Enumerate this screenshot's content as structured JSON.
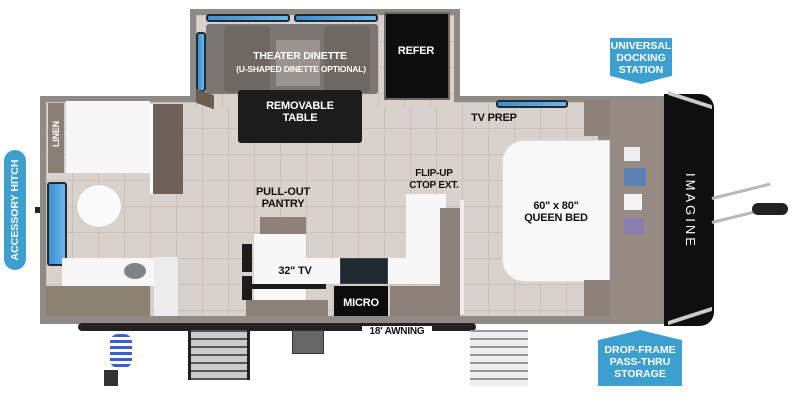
{
  "floorplan": {
    "brand": "IMAGINE",
    "labels": {
      "theater_dinette": "THEATER DINETTE",
      "dinette_optional": "(U-SHAPED DINETTE OPTIONAL)",
      "refer": "REFER",
      "removable_table": "REMOVABLE\nTABLE",
      "linen": "LINEN",
      "tv_prep": "TV PREP",
      "pull_out_pantry": "PULL-OUT\nPANTRY",
      "flip_up_ctop": "FLIP-UP\nCTOP EXT.",
      "queen_bed": "60\" x 80\"\nQUEEN BED",
      "tv": "32\" TV",
      "micro": "MICRO",
      "awning": "18' AWNING"
    },
    "callouts": {
      "accessory_hitch": "ACCESSORY HITCH",
      "universal_docking_station": "UNIVERSAL\nDOCKING\nSTATION",
      "drop_frame_storage": "DROP-FRAME\nPASS-THRU\nSTORAGE"
    },
    "colors": {
      "callout_blue": "#3d9fcf",
      "floor": "#d9d2cc",
      "wall": "#8f8a86",
      "dark": "#141414"
    }
  }
}
